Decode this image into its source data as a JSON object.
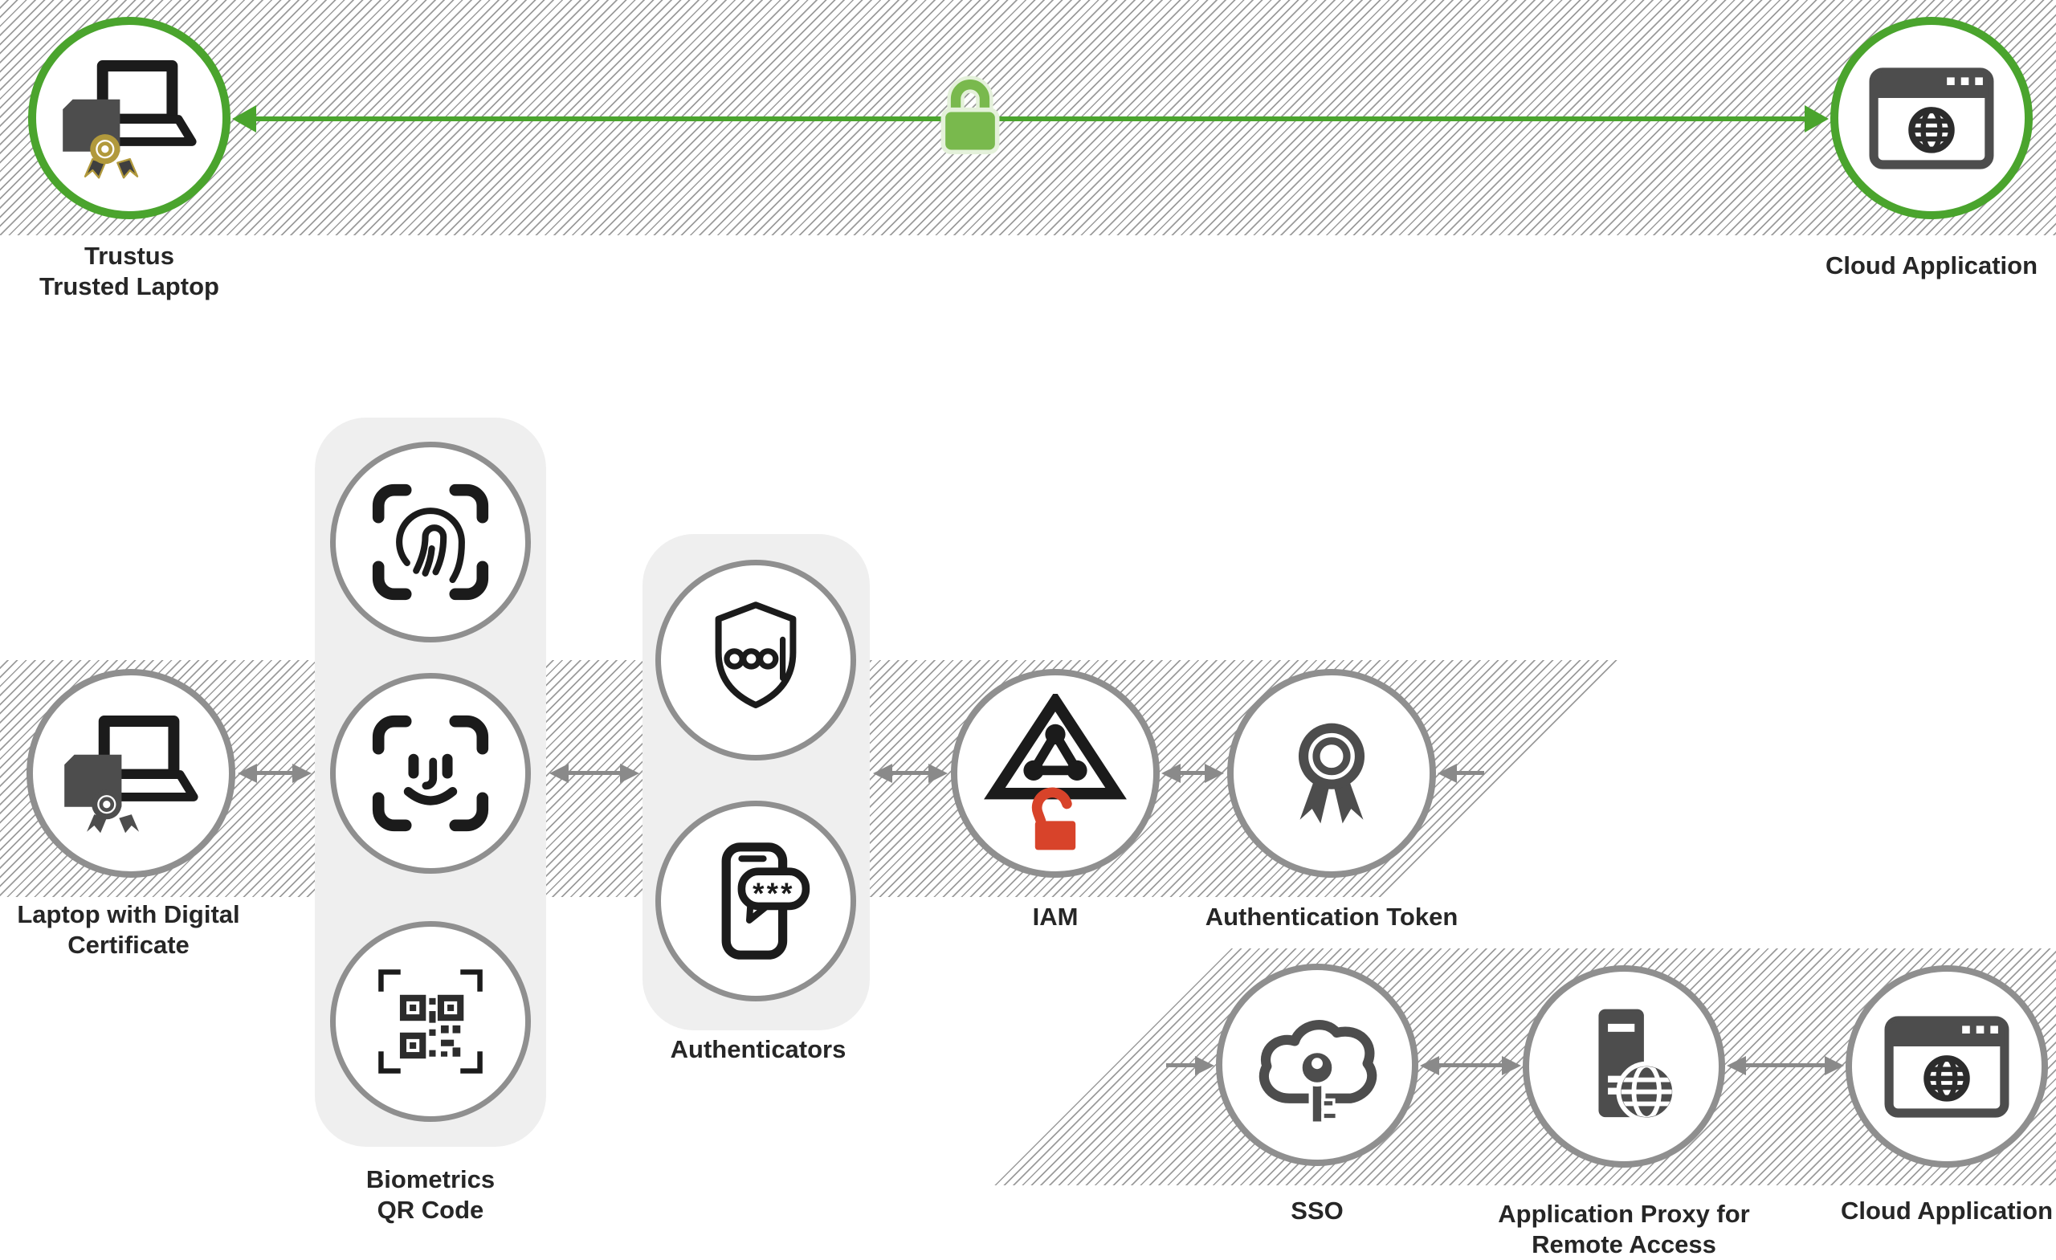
{
  "colors": {
    "accent_green": "#4aa42d",
    "lock_green": "#79b94d",
    "lock_halo": "#e4f1da",
    "node_border_gray": "#8f8f8f",
    "arrow_gray": "#8a8a8a",
    "icon_dark": "#1b1b1b",
    "icon_gray": "#4d4d4d",
    "alert_red": "#d8432a",
    "gold": "#b1993c",
    "label_text": "#262626",
    "panel_gray": "#efefef",
    "hatch_line": "#9b9b9b"
  },
  "top_flow": {
    "trusted_laptop": {
      "label": [
        "Trustus",
        "Trusted Laptop"
      ]
    },
    "cloud_application": {
      "label": "Cloud Application"
    }
  },
  "middle_flow": {
    "laptop_certificate": {
      "label": [
        "Laptop with Digital",
        "Certificate"
      ]
    },
    "biometrics_group": {
      "label": [
        "Biometrics",
        "QR Code"
      ]
    },
    "authenticators_group": {
      "label": "Authenticators"
    },
    "iam": {
      "label": "IAM"
    },
    "authentication_token": {
      "label": "Authentication Token"
    }
  },
  "bottom_flow": {
    "sso": {
      "label": "SSO"
    },
    "application_proxy": {
      "label": [
        "Application Proxy for",
        "Remote Access"
      ]
    },
    "cloud_application": {
      "label": "Cloud Application"
    }
  },
  "icons": {
    "otp_bubble_text": "***"
  }
}
